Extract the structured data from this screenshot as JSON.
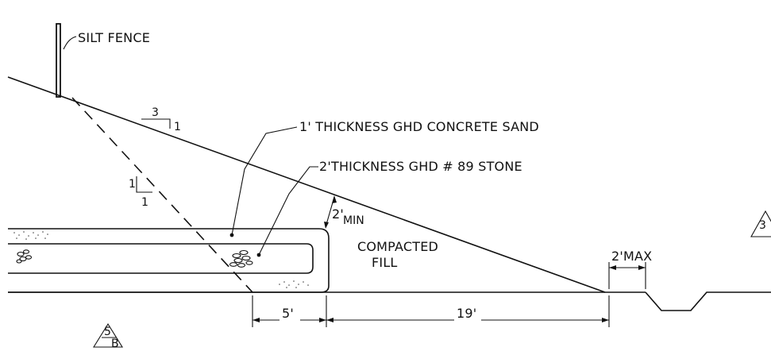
{
  "labels": {
    "silt_fence": "SILT FENCE",
    "sand_layer": "1' THICKNESS GHD CONCRETE SAND",
    "stone_layer": "2'THICKNESS GHD # 89 STONE",
    "compacted_line1": "COMPACTED",
    "compacted_line2": "FILL",
    "min_value": "2'",
    "min_suffix": "MIN",
    "max_dim": "2'MAX"
  },
  "slopes": {
    "main_slope_run": "3",
    "main_slope_rise": "1",
    "dashed_slope_rise": "1",
    "dashed_slope_run": "1"
  },
  "dimensions": {
    "dim_5": "5'",
    "dim_19": "19'"
  },
  "section_refs": {
    "bottom_left_top": "5",
    "bottom_left_bottom": "B",
    "right_top": "3"
  }
}
